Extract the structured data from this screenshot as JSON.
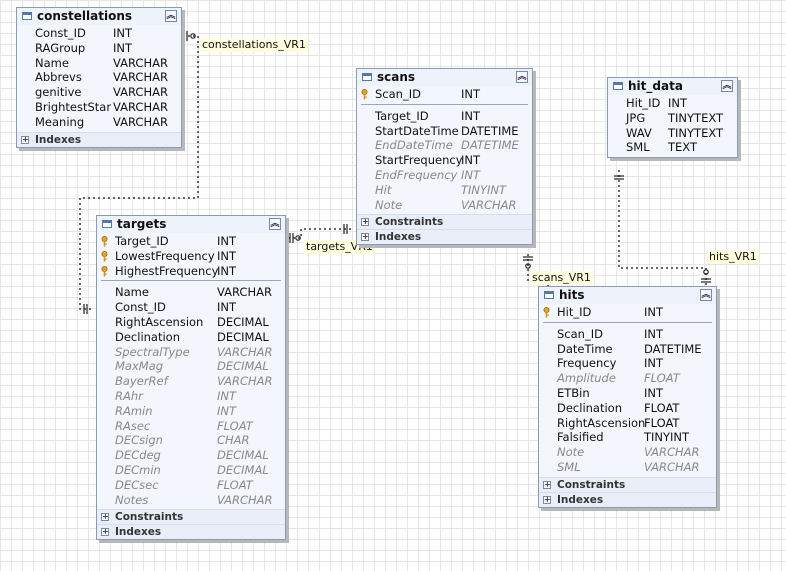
{
  "tables": {
    "constellations": {
      "title": "constellations",
      "columns": [
        {
          "name": "Const_ID",
          "type": "INT"
        },
        {
          "name": "RAGroup",
          "type": "INT"
        },
        {
          "name": "Name",
          "type": "VARCHAR"
        },
        {
          "name": "Abbrevs",
          "type": "VARCHAR"
        },
        {
          "name": "genitive",
          "type": "VARCHAR"
        },
        {
          "name": "BrightestStar",
          "type": "VARCHAR"
        },
        {
          "name": "Meaning",
          "type": "VARCHAR"
        }
      ],
      "sections": [
        "Indexes"
      ]
    },
    "scans": {
      "title": "scans",
      "keys": [
        {
          "name": "Scan_ID",
          "type": "INT"
        }
      ],
      "columns": [
        {
          "name": "Target_ID",
          "type": "INT"
        },
        {
          "name": "StartDateTime",
          "type": "DATETIME"
        },
        {
          "name": "EndDateTime",
          "type": "DATETIME"
        },
        {
          "name": "StartFrequency",
          "type": "INT"
        },
        {
          "name": "EndFrequency",
          "type": "INT"
        },
        {
          "name": "Hit",
          "type": "TINYINT"
        },
        {
          "name": "Note",
          "type": "VARCHAR"
        }
      ],
      "sections": [
        "Constraints",
        "Indexes"
      ]
    },
    "hit_data": {
      "title": "hit_data",
      "columns": [
        {
          "name": "Hit_ID",
          "type": "INT"
        },
        {
          "name": "JPG",
          "type": "TINYTEXT"
        },
        {
          "name": "WAV",
          "type": "TINYTEXT"
        },
        {
          "name": "SML",
          "type": "TEXT"
        }
      ]
    },
    "targets": {
      "title": "targets",
      "keys": [
        {
          "name": "Target_ID",
          "type": "INT"
        },
        {
          "name": "LowestFrequency",
          "type": "INT"
        },
        {
          "name": "HighestFrequency",
          "type": "INT"
        }
      ],
      "columns": [
        {
          "name": "Name",
          "type": "VARCHAR"
        },
        {
          "name": "Const_ID",
          "type": "INT"
        },
        {
          "name": "RightAscension",
          "type": "DECIMAL"
        },
        {
          "name": "Declination",
          "type": "DECIMAL"
        },
        {
          "name": "SpectralType",
          "type": "VARCHAR"
        },
        {
          "name": "MaxMag",
          "type": "DECIMAL"
        },
        {
          "name": "BayerRef",
          "type": "VARCHAR"
        },
        {
          "name": "RAhr",
          "type": "INT"
        },
        {
          "name": "RAmin",
          "type": "INT"
        },
        {
          "name": "RAsec",
          "type": "FLOAT"
        },
        {
          "name": "DECsign",
          "type": "CHAR"
        },
        {
          "name": "DECdeg",
          "type": "DECIMAL"
        },
        {
          "name": "DECmin",
          "type": "DECIMAL"
        },
        {
          "name": "DECsec",
          "type": "FLOAT"
        },
        {
          "name": "Notes",
          "type": "VARCHAR"
        }
      ],
      "sections": [
        "Constraints",
        "Indexes"
      ]
    },
    "hits": {
      "title": "hits",
      "keys": [
        {
          "name": "Hit_ID",
          "type": "INT"
        }
      ],
      "columns": [
        {
          "name": "Scan_ID",
          "type": "INT"
        },
        {
          "name": "DateTime",
          "type": "DATETIME"
        },
        {
          "name": "Frequency",
          "type": "INT"
        },
        {
          "name": "Amplitude",
          "type": "FLOAT"
        },
        {
          "name": "ETBin",
          "type": "INT"
        },
        {
          "name": "Declination",
          "type": "FLOAT"
        },
        {
          "name": "RightAscension",
          "type": "FLOAT"
        },
        {
          "name": "Falsified",
          "type": "TINYINT"
        },
        {
          "name": "Note",
          "type": "VARCHAR"
        },
        {
          "name": "SML",
          "type": "VARCHAR"
        }
      ],
      "sections": [
        "Constraints",
        "Indexes"
      ]
    }
  },
  "relationships": {
    "constellations_vr1": "constellations_VR1",
    "targets_vr1": "targets_VR1",
    "scans_vr1": "scans_VR1",
    "hits_vr1": "hits_VR1"
  },
  "icons": {
    "table": "table-icon",
    "key": "primary-key-icon",
    "collapse": "collapse-chevron-icon",
    "expand": "expand-plus-icon"
  }
}
